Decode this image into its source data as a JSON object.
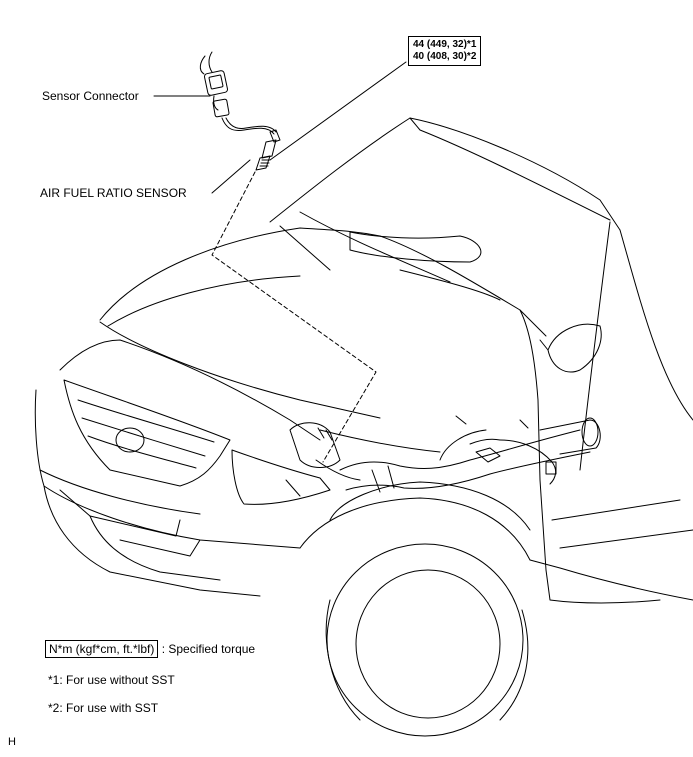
{
  "labels": {
    "sensor_connector": "Sensor Connector",
    "air_fuel_ratio_sensor": "AIR FUEL RATIO SENSOR"
  },
  "torque_spec": {
    "line1": "44 (449, 32)*1",
    "line2": "40 (408, 30)*2"
  },
  "legend": {
    "torque_units": "N*m (kgf*cm, ft.*lbf)",
    "torque_desc": ": Specified torque",
    "note1": "*1: For use without SST",
    "note2": "*2: For use with SST"
  },
  "corner_mark": "H"
}
